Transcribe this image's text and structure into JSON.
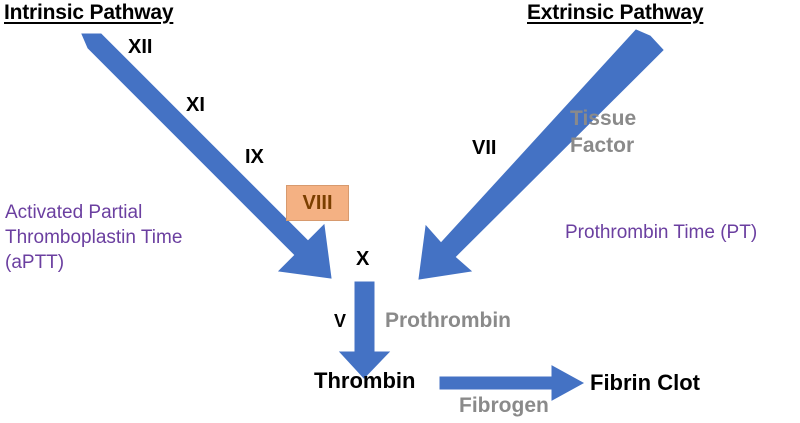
{
  "diagram": {
    "title": "Coagulation Cascade",
    "colors": {
      "arrow_blue": "#4472C4",
      "arrow_blue_edge": "#3a63ae",
      "box_fill": "#F4B183",
      "box_border": "#D79A6E",
      "box_text": "#7B3F00",
      "gray_text": "#8A8A8A",
      "purple_text": "#6B3FA0",
      "black_text": "#000000",
      "background": "#FFFFFF"
    },
    "headings": {
      "intrinsic": "Intrinsic Pathway",
      "extrinsic": "Extrinsic Pathway"
    },
    "intrinsic_factors": [
      {
        "label": "XII"
      },
      {
        "label": "XI"
      },
      {
        "label": "IX"
      }
    ],
    "cofactor_box": {
      "label": "VIII"
    },
    "extrinsic_factors": [
      {
        "label": "VII"
      }
    ],
    "tissue_factor": {
      "line1": "Tissue",
      "line2": "Factor"
    },
    "common_pathway": {
      "factor_x": "X",
      "factor_v": "V",
      "prothrombin": "Prothrombin",
      "thrombin": "Thrombin",
      "fibrogen": "Fibrogen",
      "fibrin_clot": "Fibrin Clot"
    },
    "lab_tests": {
      "aptt": "Activated Partial\nThromboplastin Time\n(aPTT)",
      "aptt_line1": "Activated Partial",
      "aptt_line2": "Thromboplastin Time",
      "aptt_line3": "(aPTT)",
      "pt": "Prothrombin Time (PT)"
    },
    "arrows": [
      {
        "name": "intrinsic-arrow",
        "from": "XII",
        "to": "X",
        "direction": "down-right"
      },
      {
        "name": "extrinsic-arrow",
        "from": "VII",
        "to": "X",
        "direction": "down-left"
      },
      {
        "name": "common-arrow",
        "from": "X",
        "to": "Thrombin",
        "direction": "down"
      },
      {
        "name": "fibrin-arrow",
        "from": "Thrombin",
        "to": "Fibrin Clot",
        "direction": "right"
      }
    ]
  }
}
